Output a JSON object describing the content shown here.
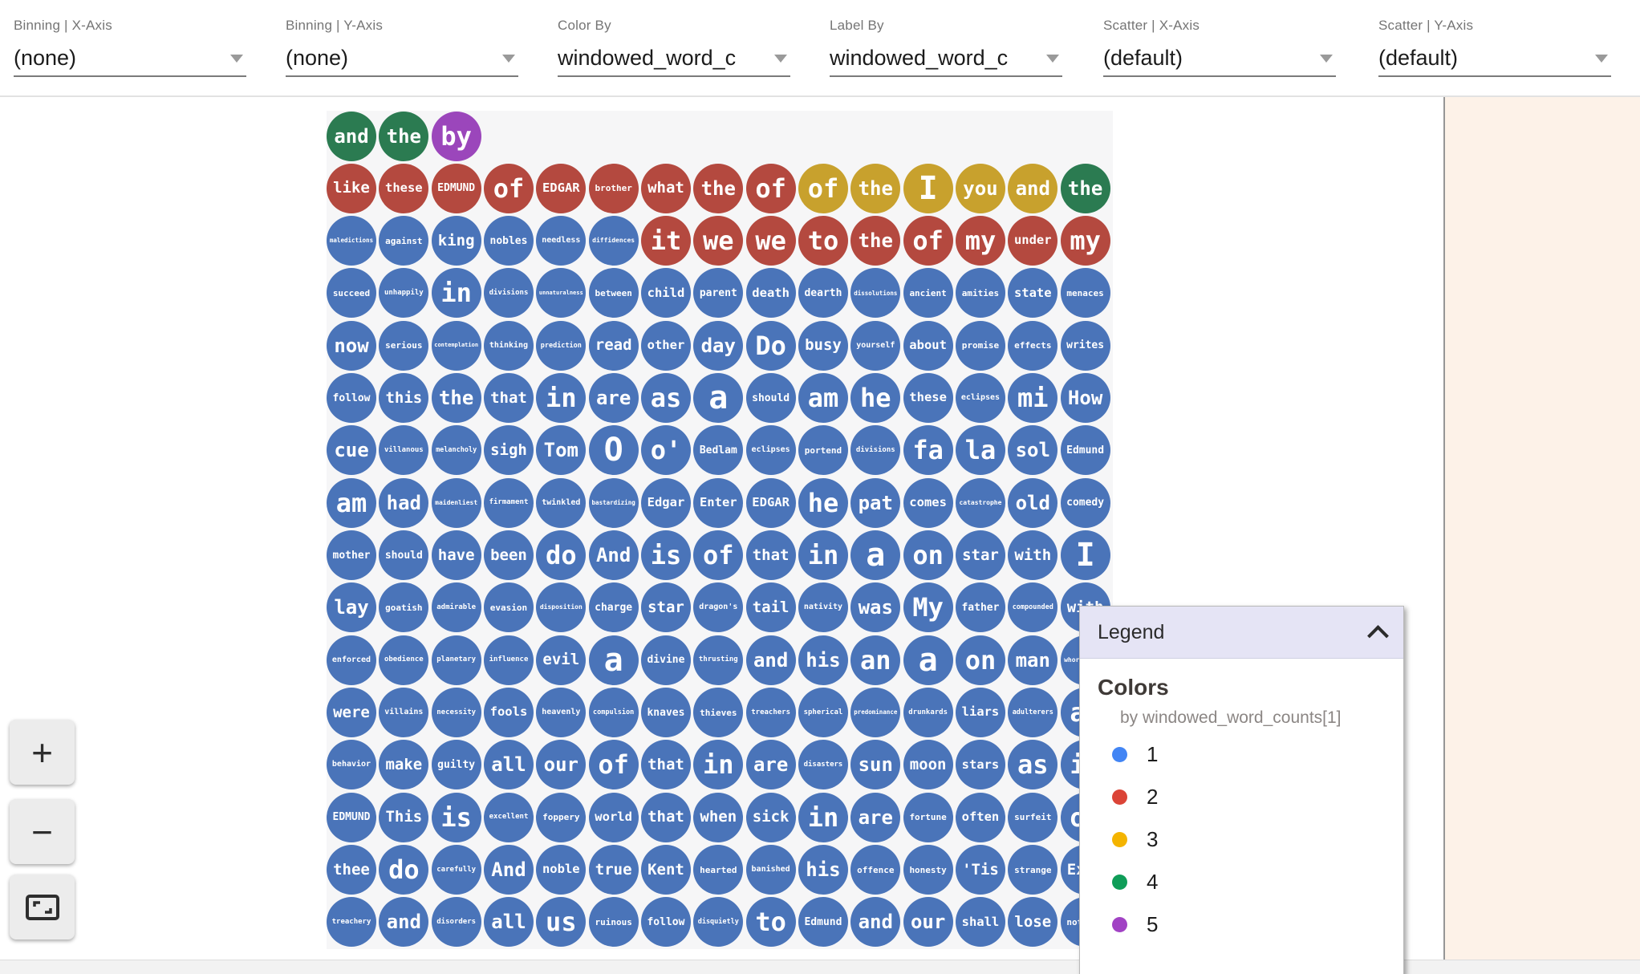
{
  "toolbar": {
    "items": [
      {
        "label": "Binning | X-Axis",
        "value": "(none)"
      },
      {
        "label": "Binning | Y-Axis",
        "value": "(none)"
      },
      {
        "label": "Color By",
        "value": "windowed_word_c"
      },
      {
        "label": "Label By",
        "value": "windowed_word_c"
      },
      {
        "label": "Scatter | X-Axis",
        "value": "(default)"
      },
      {
        "label": "Scatter | Y-Axis",
        "value": "(default)"
      }
    ]
  },
  "legend": {
    "title": "Legend",
    "section_title": "Colors",
    "subtitle": "by windowed_word_counts[1]",
    "items": [
      {
        "label": "1",
        "color": "#4285f4"
      },
      {
        "label": "2",
        "color": "#db4437"
      },
      {
        "label": "3",
        "color": "#f4b400"
      },
      {
        "label": "4",
        "color": "#0f9d58"
      },
      {
        "label": "5",
        "color": "#a142c4"
      }
    ]
  },
  "zoom_controls": {
    "zoom_in": "+",
    "zoom_out": "−",
    "fit": "fit-to-screen"
  },
  "bubble_colors": {
    "1": "#4a74b9",
    "2": "#b4493f",
    "3": "#c8a12d",
    "4": "#2b7b51",
    "5": "#9b46bb"
  },
  "grid": {
    "rows": [
      [
        [
          "and",
          4
        ],
        [
          "the",
          4
        ],
        [
          "by",
          5
        ]
      ],
      [
        [
          "like",
          2
        ],
        [
          "these",
          2
        ],
        [
          "EDMUND",
          2
        ],
        [
          "of",
          2
        ],
        [
          "EDGAR",
          2
        ],
        [
          "brother",
          2
        ],
        [
          "what",
          2
        ],
        [
          "the",
          2
        ],
        [
          "of",
          2
        ],
        [
          "of",
          3
        ],
        [
          "the",
          3
        ],
        [
          "I",
          3
        ],
        [
          "you",
          3
        ],
        [
          "and",
          3
        ],
        [
          "the",
          4
        ]
      ],
      [
        [
          "maledictions",
          1
        ],
        [
          "against",
          1
        ],
        [
          "king",
          1
        ],
        [
          "nobles",
          1
        ],
        [
          "needless",
          1
        ],
        [
          "diffidences",
          1
        ],
        [
          "it",
          2
        ],
        [
          "we",
          2
        ],
        [
          "we",
          2
        ],
        [
          "to",
          2
        ],
        [
          "the",
          2
        ],
        [
          "of",
          2
        ],
        [
          "my",
          2
        ],
        [
          "under",
          2
        ],
        [
          "my",
          2
        ]
      ],
      [
        [
          "succeed",
          1
        ],
        [
          "unhappily",
          1
        ],
        [
          "in",
          1
        ],
        [
          "divisions",
          1
        ],
        [
          "unnaturalness",
          1
        ],
        [
          "between",
          1
        ],
        [
          "child",
          1
        ],
        [
          "parent",
          1
        ],
        [
          "death",
          1
        ],
        [
          "dearth",
          1
        ],
        [
          "dissolutions",
          1
        ],
        [
          "ancient",
          1
        ],
        [
          "amities",
          1
        ],
        [
          "state",
          1
        ],
        [
          "menaces",
          1
        ]
      ],
      [
        [
          "now",
          1
        ],
        [
          "serious",
          1
        ],
        [
          "contemplation",
          1
        ],
        [
          "thinking",
          1
        ],
        [
          "prediction",
          1
        ],
        [
          "read",
          1
        ],
        [
          "other",
          1
        ],
        [
          "day",
          1
        ],
        [
          "Do",
          1
        ],
        [
          "busy",
          1
        ],
        [
          "yourself",
          1
        ],
        [
          "about",
          1
        ],
        [
          "promise",
          1
        ],
        [
          "effects",
          1
        ],
        [
          "writes",
          1
        ]
      ],
      [
        [
          "follow",
          1
        ],
        [
          "this",
          1
        ],
        [
          "the",
          1
        ],
        [
          "that",
          1
        ],
        [
          "in",
          1
        ],
        [
          "are",
          1
        ],
        [
          "as",
          1
        ],
        [
          "a",
          1
        ],
        [
          "should",
          1
        ],
        [
          "am",
          1
        ],
        [
          "he",
          1
        ],
        [
          "these",
          1
        ],
        [
          "eclipses",
          1
        ],
        [
          "mi",
          1
        ],
        [
          "How",
          1
        ]
      ],
      [
        [
          "cue",
          1
        ],
        [
          "villanous",
          1
        ],
        [
          "melancholy",
          1
        ],
        [
          "sigh",
          1
        ],
        [
          "Tom",
          1
        ],
        [
          "O",
          1
        ],
        [
          "o'",
          1
        ],
        [
          "Bedlam",
          1
        ],
        [
          "eclipses",
          1
        ],
        [
          "portend",
          1
        ],
        [
          "divisions",
          1
        ],
        [
          "fa",
          1
        ],
        [
          "la",
          1
        ],
        [
          "sol",
          1
        ],
        [
          "Edmund",
          1
        ]
      ],
      [
        [
          "am",
          1
        ],
        [
          "had",
          1
        ],
        [
          "maidenliest",
          1
        ],
        [
          "firmament",
          1
        ],
        [
          "twinkled",
          1
        ],
        [
          "bastardizing",
          1
        ],
        [
          "Edgar",
          1
        ],
        [
          "Enter",
          1
        ],
        [
          "EDGAR",
          1
        ],
        [
          "he",
          1
        ],
        [
          "pat",
          1
        ],
        [
          "comes",
          1
        ],
        [
          "catastrophe",
          1
        ],
        [
          "old",
          1
        ],
        [
          "comedy",
          1
        ]
      ],
      [
        [
          "mother",
          1
        ],
        [
          "should",
          1
        ],
        [
          "have",
          1
        ],
        [
          "been",
          1
        ],
        [
          "do",
          1
        ],
        [
          "And",
          1
        ],
        [
          "is",
          1
        ],
        [
          "of",
          1
        ],
        [
          "that",
          1
        ],
        [
          "in",
          1
        ],
        [
          "a",
          1
        ],
        [
          "on",
          1
        ],
        [
          "star",
          1
        ],
        [
          "with",
          1
        ],
        [
          "I",
          1
        ]
      ],
      [
        [
          "lay",
          1
        ],
        [
          "goatish",
          1
        ],
        [
          "admirable",
          1
        ],
        [
          "evasion",
          1
        ],
        [
          "disposition",
          1
        ],
        [
          "charge",
          1
        ],
        [
          "star",
          1
        ],
        [
          "dragon's",
          1
        ],
        [
          "tail",
          1
        ],
        [
          "nativity",
          1
        ],
        [
          "was",
          1
        ],
        [
          "My",
          1
        ],
        [
          "father",
          1
        ],
        [
          "compounded",
          1
        ],
        [
          "with",
          1
        ]
      ],
      [
        [
          "enforced",
          1
        ],
        [
          "obedience",
          1
        ],
        [
          "planetary",
          1
        ],
        [
          "influence",
          1
        ],
        [
          "evil",
          1
        ],
        [
          "a",
          1
        ],
        [
          "divine",
          1
        ],
        [
          "thrusting",
          1
        ],
        [
          "and",
          1
        ],
        [
          "his",
          1
        ],
        [
          "an",
          1
        ],
        [
          "a",
          1
        ],
        [
          "on",
          1
        ],
        [
          "man",
          1
        ],
        [
          "whoremaster",
          1
        ]
      ],
      [
        [
          "were",
          1
        ],
        [
          "villains",
          1
        ],
        [
          "necessity",
          1
        ],
        [
          "fools",
          1
        ],
        [
          "heavenly",
          1
        ],
        [
          "compulsion",
          1
        ],
        [
          "knaves",
          1
        ],
        [
          "thieves",
          1
        ],
        [
          "treachers",
          1
        ],
        [
          "spherical",
          1
        ],
        [
          "predominance",
          1
        ],
        [
          "drunkards",
          1
        ],
        [
          "liars",
          1
        ],
        [
          "adulterers",
          1
        ],
        [
          "an",
          1
        ]
      ],
      [
        [
          "behavior",
          1
        ],
        [
          "make",
          1
        ],
        [
          "guilty",
          1
        ],
        [
          "all",
          1
        ],
        [
          "our",
          1
        ],
        [
          "of",
          1
        ],
        [
          "that",
          1
        ],
        [
          "in",
          1
        ],
        [
          "are",
          1
        ],
        [
          "disasters",
          1
        ],
        [
          "sun",
          1
        ],
        [
          "moon",
          1
        ],
        [
          "stars",
          1
        ],
        [
          "as",
          1
        ],
        [
          "if",
          1
        ]
      ],
      [
        [
          "EDMUND",
          1
        ],
        [
          "This",
          1
        ],
        [
          "is",
          1
        ],
        [
          "excellent",
          1
        ],
        [
          "foppery",
          1
        ],
        [
          "world",
          1
        ],
        [
          "that",
          1
        ],
        [
          "when",
          1
        ],
        [
          "sick",
          1
        ],
        [
          "in",
          1
        ],
        [
          "are",
          1
        ],
        [
          "fortune",
          1
        ],
        [
          "often",
          1
        ],
        [
          "surfeit",
          1
        ],
        [
          "of",
          1
        ]
      ],
      [
        [
          "thee",
          1
        ],
        [
          "do",
          1
        ],
        [
          "carefully",
          1
        ],
        [
          "And",
          1
        ],
        [
          "noble",
          1
        ],
        [
          "true",
          1
        ],
        [
          "Kent",
          1
        ],
        [
          "hearted",
          1
        ],
        [
          "banished",
          1
        ],
        [
          "his",
          1
        ],
        [
          "offence",
          1
        ],
        [
          "honesty",
          1
        ],
        [
          "'Tis",
          1
        ],
        [
          "strange",
          1
        ],
        [
          "Exit",
          1
        ]
      ],
      [
        [
          "treachery",
          1
        ],
        [
          "and",
          1
        ],
        [
          "disorders",
          1
        ],
        [
          "all",
          1
        ],
        [
          "us",
          1
        ],
        [
          "ruinous",
          1
        ],
        [
          "follow",
          1
        ],
        [
          "disquietly",
          1
        ],
        [
          "to",
          1
        ],
        [
          "Edmund",
          1
        ],
        [
          "and",
          1
        ],
        [
          "our",
          1
        ],
        [
          "shall",
          1
        ],
        [
          "lose",
          1
        ],
        [
          "nothing",
          1
        ]
      ]
    ]
  }
}
